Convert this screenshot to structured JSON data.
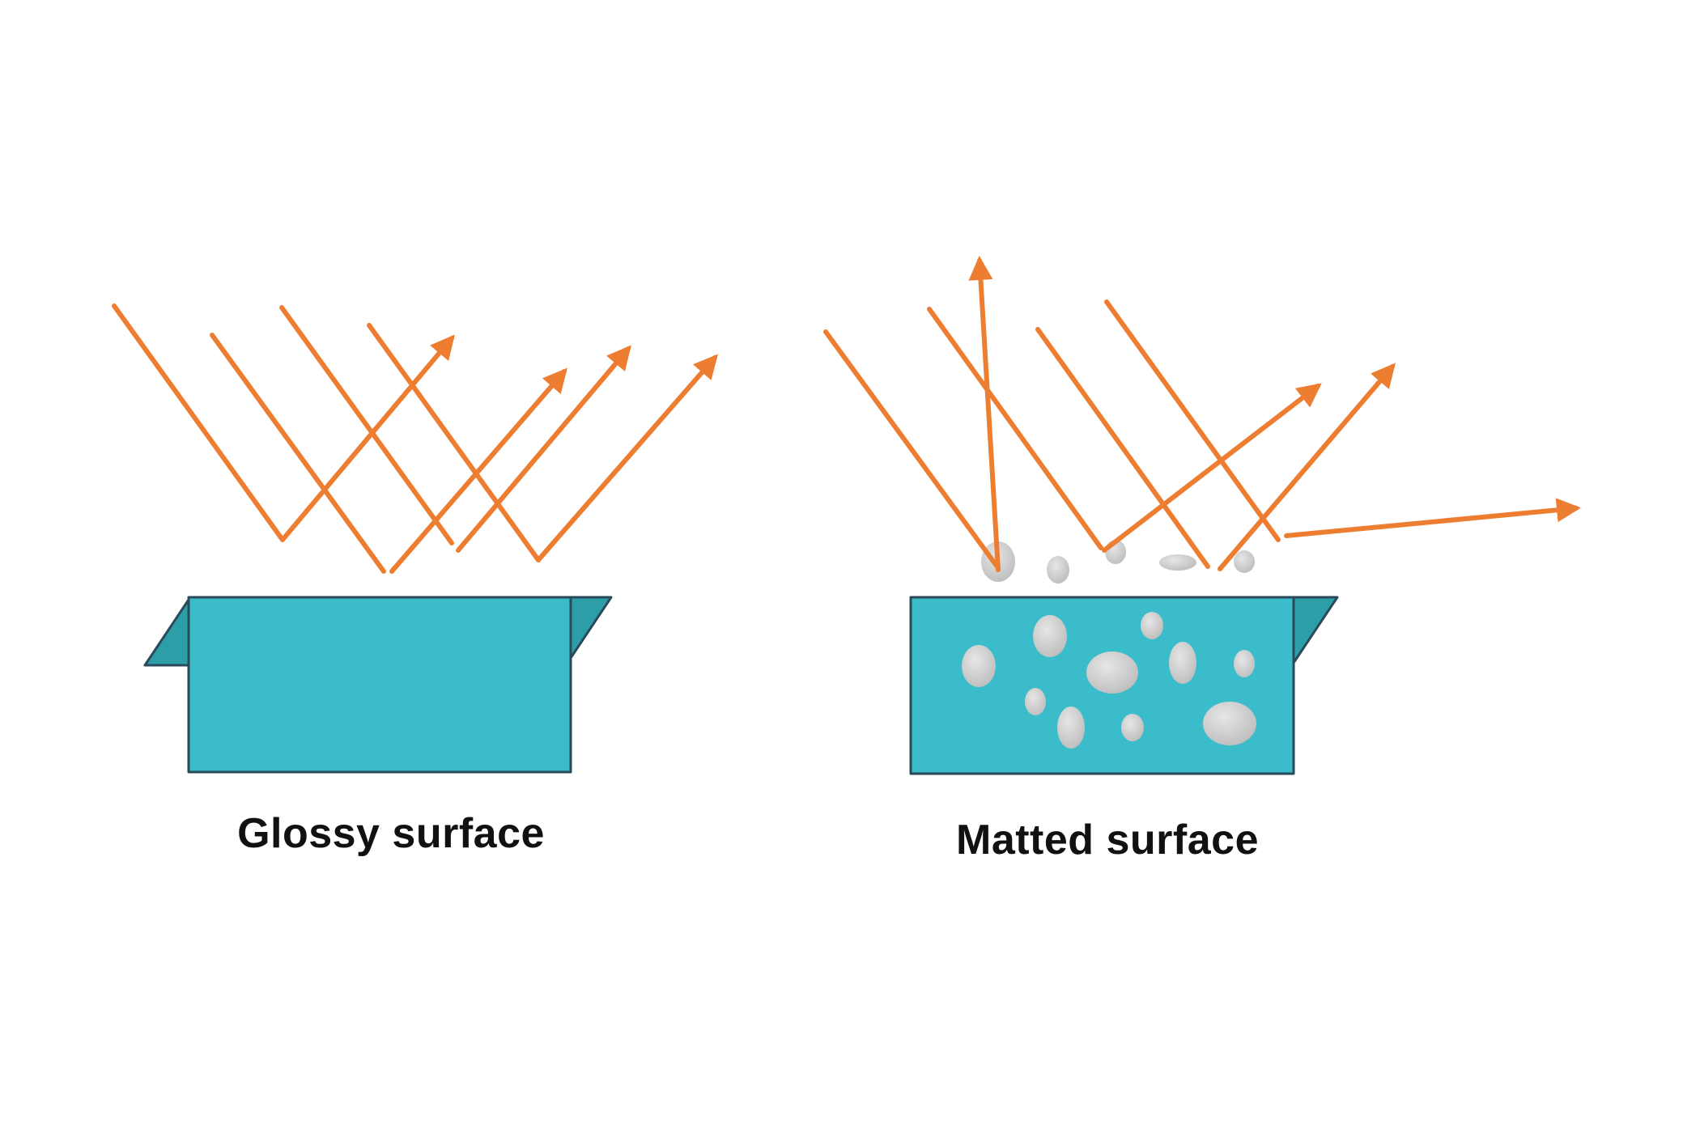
{
  "colors": {
    "ray": "#ed7d31",
    "block_front": "#3abccb",
    "block_top": "#2c9ea8",
    "block_outline": "#2a4a5a",
    "pore": "#c9c9c9",
    "pore_highlight": "#e4e4e4"
  },
  "panels": [
    {
      "id": "glossy",
      "label": "Glossy surface"
    },
    {
      "id": "matted",
      "label": "Matted surface"
    }
  ]
}
